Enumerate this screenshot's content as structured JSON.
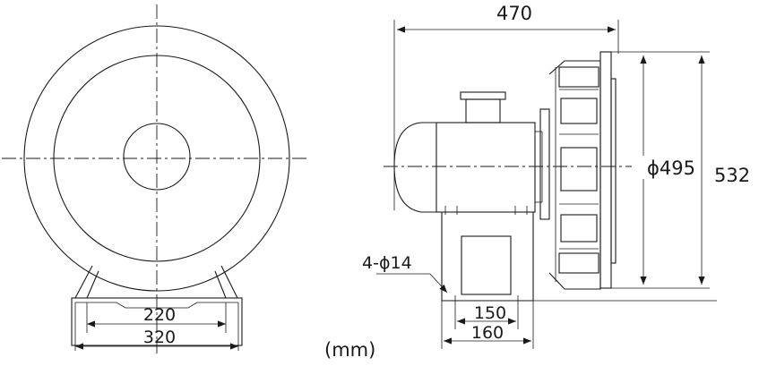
{
  "dimensions": {
    "overall_length": "470",
    "impeller_diameter": "ϕ495",
    "overall_height": "532",
    "mounting_holes": "4-ϕ14",
    "base_inner_width_front": "220",
    "base_outer_width_front": "320",
    "base_inner_width_side": "150",
    "base_outer_width_side": "160"
  },
  "unit": "(mm)"
}
